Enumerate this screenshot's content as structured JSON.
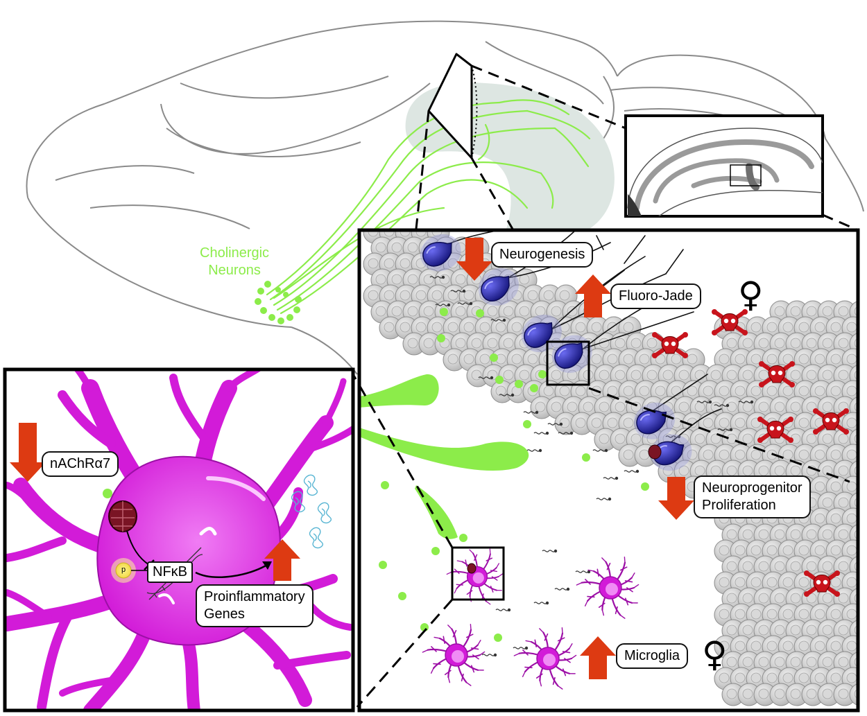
{
  "labels": {
    "cholinergic_neurons": "Cholinergic\nNeurons",
    "neurogenesis": "Neurogenesis",
    "fluoro_jade": "Fluoro-Jade",
    "neuroprogenitor": "Neuroprogenitor\nProliferation",
    "microglia": "Microglia",
    "nachr": "nAChRα7",
    "nfkb": "NFκB",
    "proinflammatory": "Proinflammatory\nGenes",
    "phospho": "p",
    "female_symbol": "♀"
  },
  "colors": {
    "cholinergic": "#8cec4a",
    "arrow_red": "#dd3a12",
    "microglia_magenta": "#d21bd8",
    "microglia_outline": "#9c0fa6",
    "neuron_blue": "#2a2aa8",
    "skull_red": "#c8141c",
    "cell_gray": "#cfcfcf",
    "brain_outline": "#8a8a8a",
    "hippocampus_tint": "#dde6e2",
    "cytokine_blue": "#58b5d3",
    "receptor_red": "#7a1424",
    "phospho_yellow": "#f3ec4a"
  },
  "icons": {
    "down_arrow": "red-down-arrow-icon",
    "up_arrow": "red-up-arrow-icon",
    "skull": "skull-crossbones-icon",
    "female": "female-symbol-icon"
  }
}
